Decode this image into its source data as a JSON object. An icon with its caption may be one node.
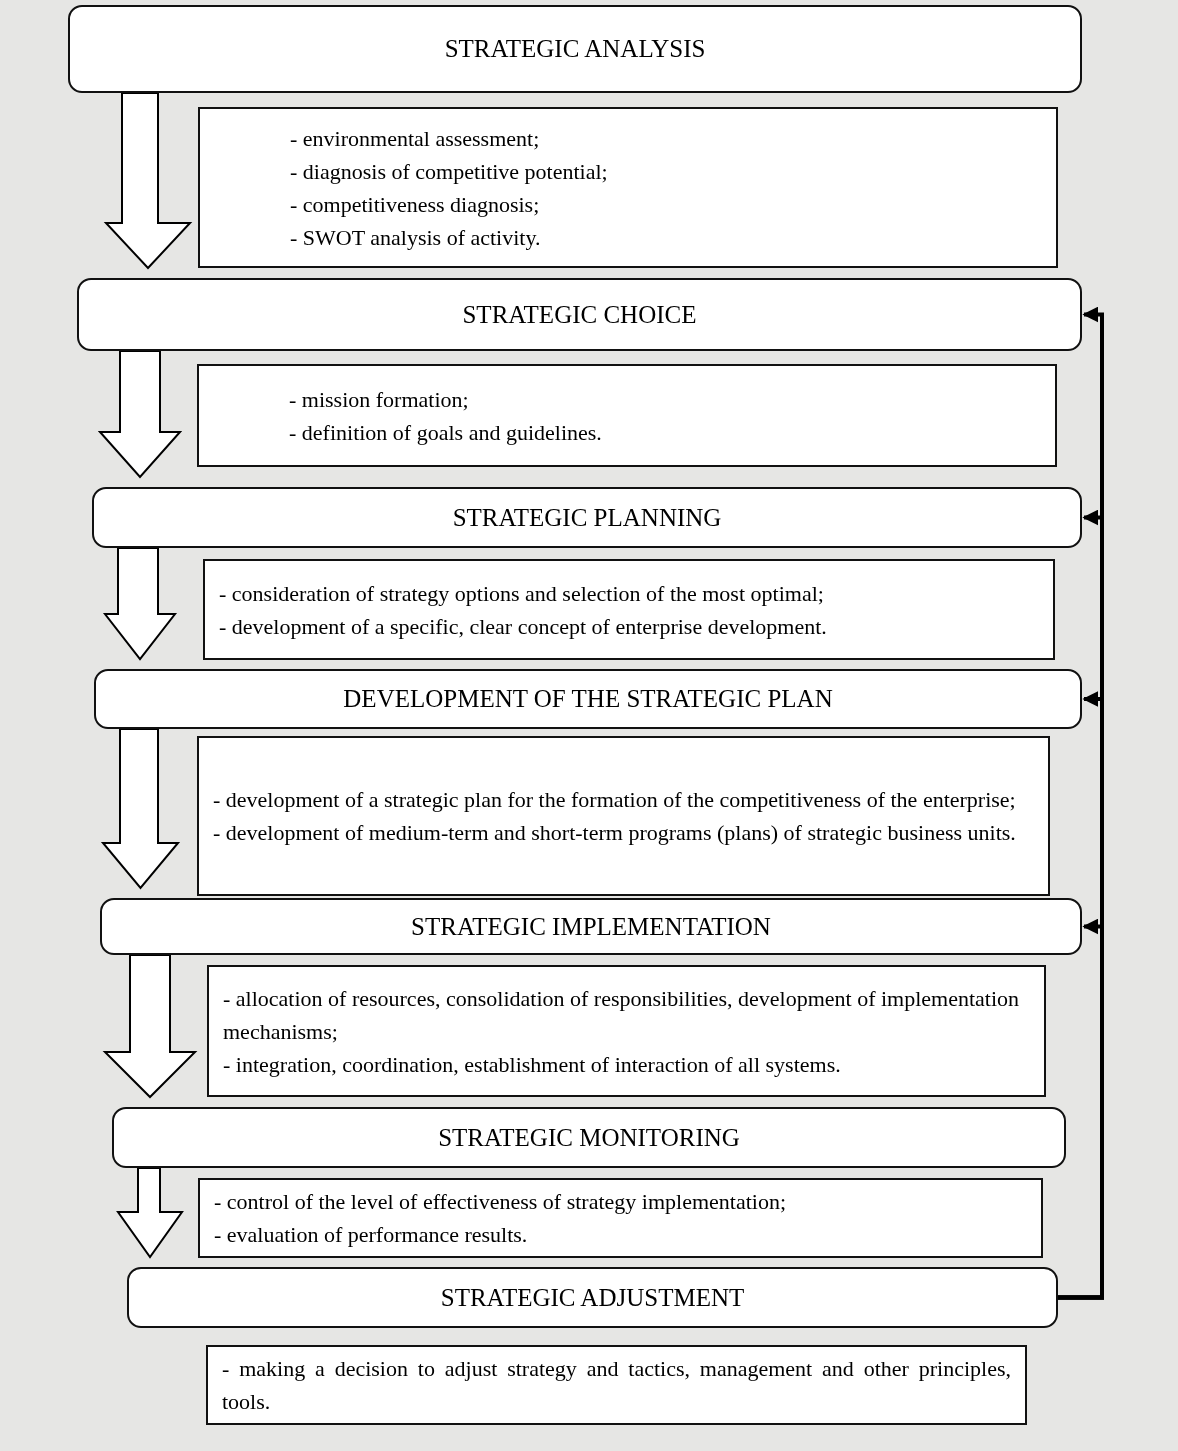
{
  "diagram": {
    "nodes": [
      {
        "text": [
          "STRATEGIC ANALYSIS"
        ]
      },
      {
        "text": [
          "- environmental assessment;",
          "- diagnosis of competitive potential;",
          "- competitiveness diagnosis;",
          "- SWOT analysis of activity."
        ]
      },
      {
        "text": [
          "STRATEGIC CHOICE"
        ]
      },
      {
        "text": [
          "- mission formation;",
          "- definition of goals and guidelines."
        ]
      },
      {
        "text": [
          "STRATEGIC PLANNING"
        ]
      },
      {
        "text": [
          "- consideration of strategy options and selection of the most optimal;",
          "- development of a specific, clear concept of enterprise development."
        ]
      },
      {
        "text": [
          "DEVELOPMENT OF THE STRATEGIC PLAN"
        ]
      },
      {
        "text": [
          "- development of a strategic plan for the formation of the competitiveness of the enterprise;",
          "- development of medium-term and short-term programs (plans) of strategic business units."
        ]
      },
      {
        "text": [
          "STRATEGIC IMPLEMENTATION"
        ]
      },
      {
        "text": [
          "- allocation of resources, consolidation of responsibilities, development of implementation mechanisms;",
          "- integration, coordination, establishment of interaction of all systems."
        ]
      },
      {
        "text": [
          "STRATEGIC MONITORING"
        ]
      },
      {
        "text": [
          "- control of the level of effectiveness of strategy implementation;",
          "- evaluation of performance results."
        ]
      },
      {
        "text": [
          "STRATEGIC ADJUSTMENT"
        ]
      },
      {
        "text": [
          "- making a decision to adjust strategy and tactics, management and other principles, tools."
        ]
      }
    ],
    "edges": [
      {
        "from": 0,
        "to": 2,
        "arrow": "to",
        "style": "thick"
      },
      {
        "from": 2,
        "to": 4,
        "arrow": "to",
        "style": "thick"
      },
      {
        "from": 4,
        "to": 6,
        "arrow": "to",
        "style": "thick"
      },
      {
        "from": 6,
        "to": 8,
        "arrow": "to",
        "style": "thick"
      },
      {
        "from": 8,
        "to": 10,
        "arrow": "to",
        "style": "thick"
      },
      {
        "from": 10,
        "to": 12,
        "arrow": "to",
        "style": "thick"
      },
      {
        "from": 12,
        "to": 2,
        "arrow": "to"
      },
      {
        "from": 12,
        "to": 4,
        "arrow": "to"
      },
      {
        "from": 12,
        "to": 6,
        "arrow": "to"
      },
      {
        "from": 12,
        "to": 8,
        "arrow": "to"
      }
    ]
  }
}
